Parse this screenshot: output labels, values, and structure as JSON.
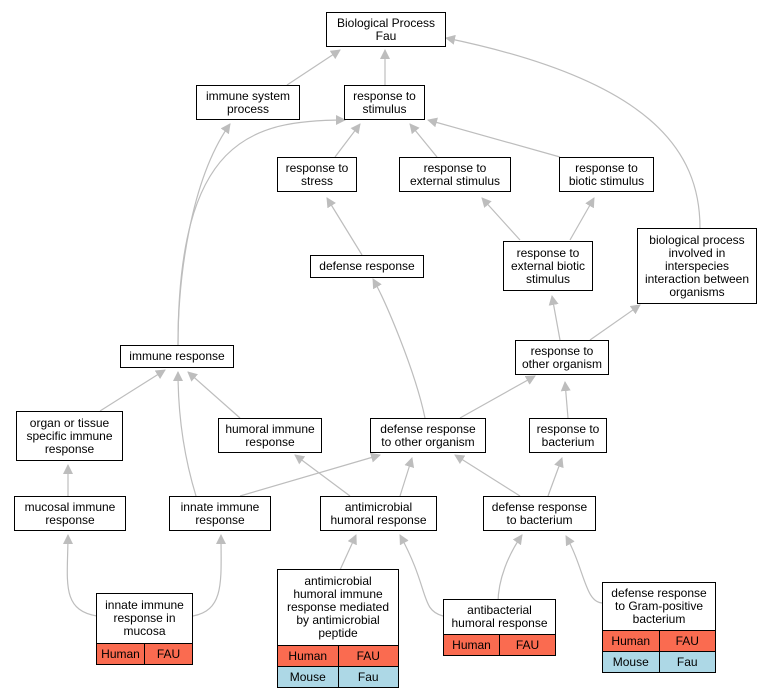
{
  "colors": {
    "edge": "#bdbdbd",
    "human_row": "#fa6b50",
    "mouse_row": "#add8e6"
  },
  "nodes": {
    "root_line1": "Biological Process",
    "root_line2": "Fau",
    "immune_system_process": "immune system process",
    "response_to_stimulus": "response to stimulus",
    "response_to_stress": "response to stress",
    "response_to_external_stimulus": "response to external stimulus",
    "response_to_biotic_stimulus": "response to biotic stimulus",
    "defense_response": "defense response",
    "response_to_external_biotic_stimulus": "response to external biotic stimulus",
    "biological_process_interspecies": "biological process involved in interspecies interaction between organisms",
    "immune_response": "immune response",
    "response_to_other_organism": "response to other organism",
    "organ_tissue_immune_response": "organ or tissue specific immune response",
    "humoral_immune_response": "humoral immune response",
    "defense_response_other_organism": "defense response to other organism",
    "response_to_bacterium": "response to bacterium",
    "mucosal_immune_response": "mucosal immune response",
    "innate_immune_response": "innate immune response",
    "antimicrobial_humoral_response": "antimicrobial humoral response",
    "defense_response_bacterium": "defense response to bacterium"
  },
  "leaves": {
    "innate_mucosa": {
      "title": "innate immune response in mucosa",
      "rows": [
        {
          "species": "Human",
          "gene": "FAU"
        }
      ]
    },
    "antimicrobial_peptide": {
      "title": "antimicrobial humoral immune response mediated by antimicrobial peptide",
      "rows": [
        {
          "species": "Human",
          "gene": "FAU"
        },
        {
          "species": "Mouse",
          "gene": "Fau"
        }
      ]
    },
    "antibacterial_humoral": {
      "title": "antibacterial humoral response",
      "rows": [
        {
          "species": "Human",
          "gene": "FAU"
        }
      ]
    },
    "gram_positive": {
      "title": "defense response to Gram-positive bacterium",
      "rows": [
        {
          "species": "Human",
          "gene": "FAU"
        },
        {
          "species": "Mouse",
          "gene": "Fau"
        }
      ]
    }
  }
}
